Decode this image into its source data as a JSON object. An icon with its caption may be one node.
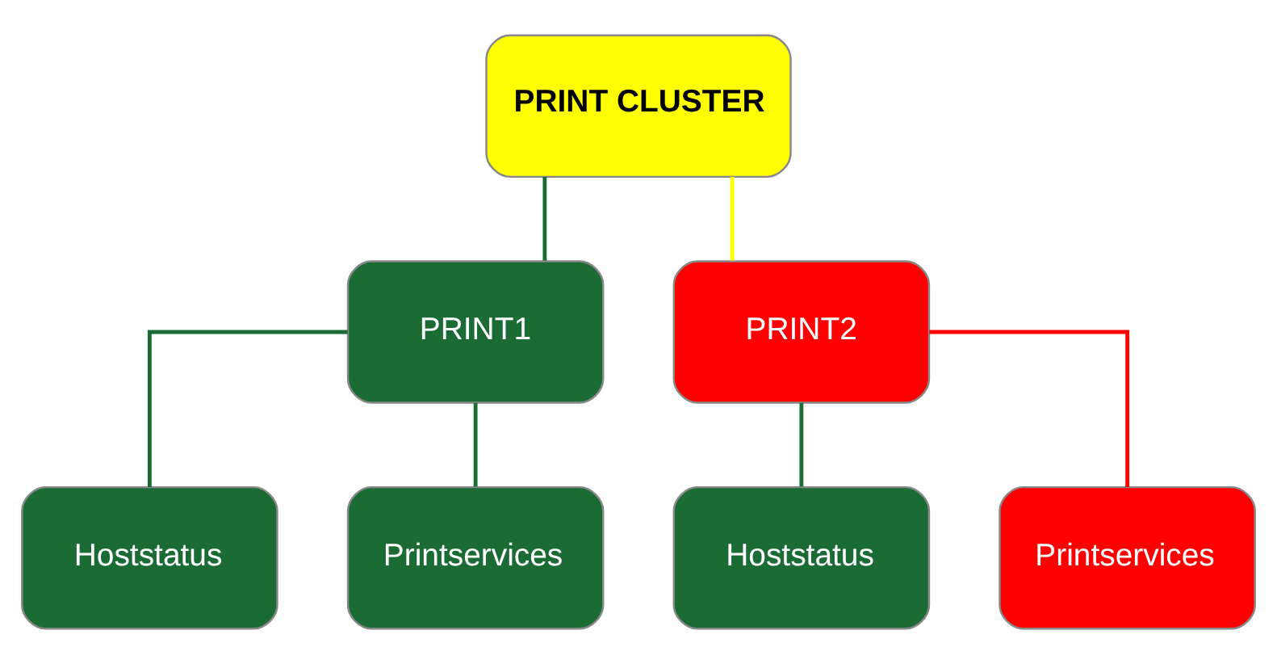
{
  "diagram": {
    "nodes": [
      {
        "text": [
          "PRINT CLUSTER"
        ]
      },
      {
        "text": [
          "PRINT1"
        ]
      },
      {
        "text": [
          "PRINT2"
        ]
      },
      {
        "text": [
          "Hoststatus"
        ]
      },
      {
        "text": [
          "Printservices"
        ]
      },
      {
        "text": [
          "Hoststatus"
        ]
      },
      {
        "text": [
          "Printservices"
        ]
      }
    ],
    "edges": [
      {
        "from": 0,
        "to": 1,
        "arrow": "none"
      },
      {
        "from": 0,
        "to": 2,
        "arrow": "none",
        "color": "#ffff00"
      },
      {
        "from": 1,
        "to": 3,
        "arrow": "none"
      },
      {
        "from": 1,
        "to": 4,
        "arrow": "none"
      },
      {
        "from": 2,
        "to": 5,
        "arrow": "none"
      },
      {
        "from": 2,
        "to": 6,
        "arrow": "none",
        "color": "#ff0000"
      }
    ]
  }
}
